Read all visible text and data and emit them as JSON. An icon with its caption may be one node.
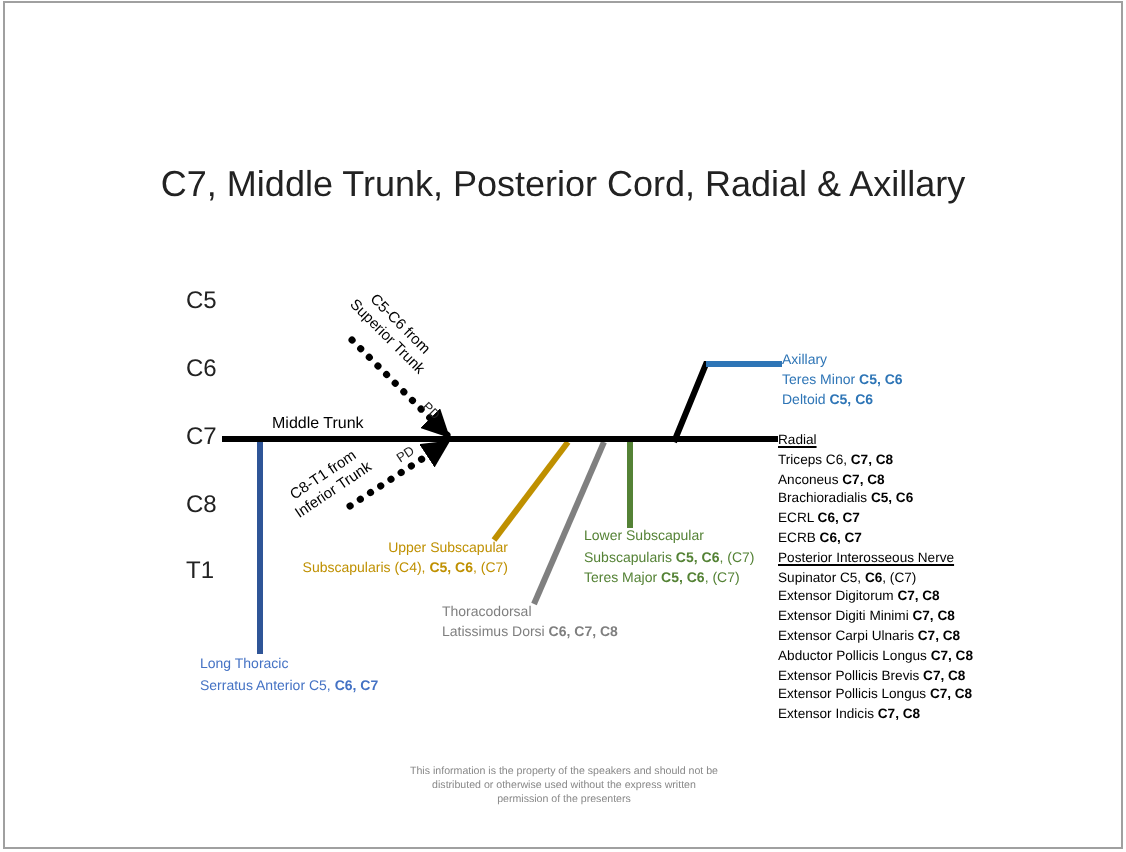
{
  "diagram": {
    "title": "C7, Middle Trunk, Posterior Cord, Radial & Axillary",
    "nodes": [
      {
        "text": [],
        "shape": "bar",
        "beside": [
          "Middle Trunk"
        ]
      },
      {
        "text": [
          "C5-C6 from Superior Trunk"
        ]
      },
      {
        "text": [
          "C8-T1 from Inferior Trunk"
        ]
      },
      {
        "text": [
          "Long Thoracic",
          "Serratus Anterior C5, **C6, C7**"
        ]
      },
      {
        "text": [
          "Upper Subscapular",
          "Subscapularis (C4), **C5, C6**, (C7)"
        ]
      },
      {
        "text": [
          "Thoracodorsal",
          "Latissimus Dorsi **C6, C7, C8**"
        ]
      },
      {
        "text": [
          "Lower Subscapular",
          "Subscapularis **C5, C6**, (C7)",
          "Teres Major **C5, C6**, (C7)"
        ]
      },
      {
        "text": [
          "Axillary",
          "Teres Minor **C5, C6**",
          "Deltoid **C5, C6**"
        ]
      },
      {
        "text": [
          "Radial",
          "Triceps C6, **C7, C8**",
          "Anconeus **C7, C8**",
          "Brachioradialis **C5, C6**",
          "ECRL **C6, C7**",
          "ECRB **C6, C7**",
          "Posterior Interosseous Nerve",
          "Supinator C5, **C6**, (C7)",
          "Extensor Digitorum **C7, C8**",
          "Extensor Digiti Minimi **C7, C8**",
          "Extensor Carpi Ulnaris **C7, C8**",
          "Abductor Pollicis Longus **C7, C8**",
          "Extensor Pollicis Brevis **C7, C8**",
          "Extensor Pollicis Longus **C7, C8**",
          "Extensor Indicis **C7, C8**"
        ]
      }
    ],
    "edges": [
      {
        "from": 1,
        "to": 0,
        "arrow": "to",
        "style": "dashed"
      },
      {
        "from": 2,
        "to": 0,
        "arrow": "to",
        "style": "dashed"
      },
      {
        "from": 0,
        "to": 3,
        "arrow": "none",
        "color": "#2f5597"
      },
      {
        "from": 0,
        "to": 4,
        "arrow": "none",
        "color": "#bf9000"
      },
      {
        "from": 0,
        "to": 5,
        "arrow": "none",
        "color": "#808080"
      },
      {
        "from": 0,
        "to": 6,
        "arrow": "none",
        "color": "#548235"
      },
      {
        "from": 0,
        "to": 7,
        "arrow": "none"
      },
      {
        "from": 0,
        "to": 8,
        "arrow": "none"
      }
    ],
    "labels": [
      "C5",
      "C6",
      "PD",
      "C7",
      "PD",
      "C8",
      "T1",
      "This information is the property of the speakers and should not be distributed or otherwise used without the express written permission of the presenters"
    ]
  }
}
